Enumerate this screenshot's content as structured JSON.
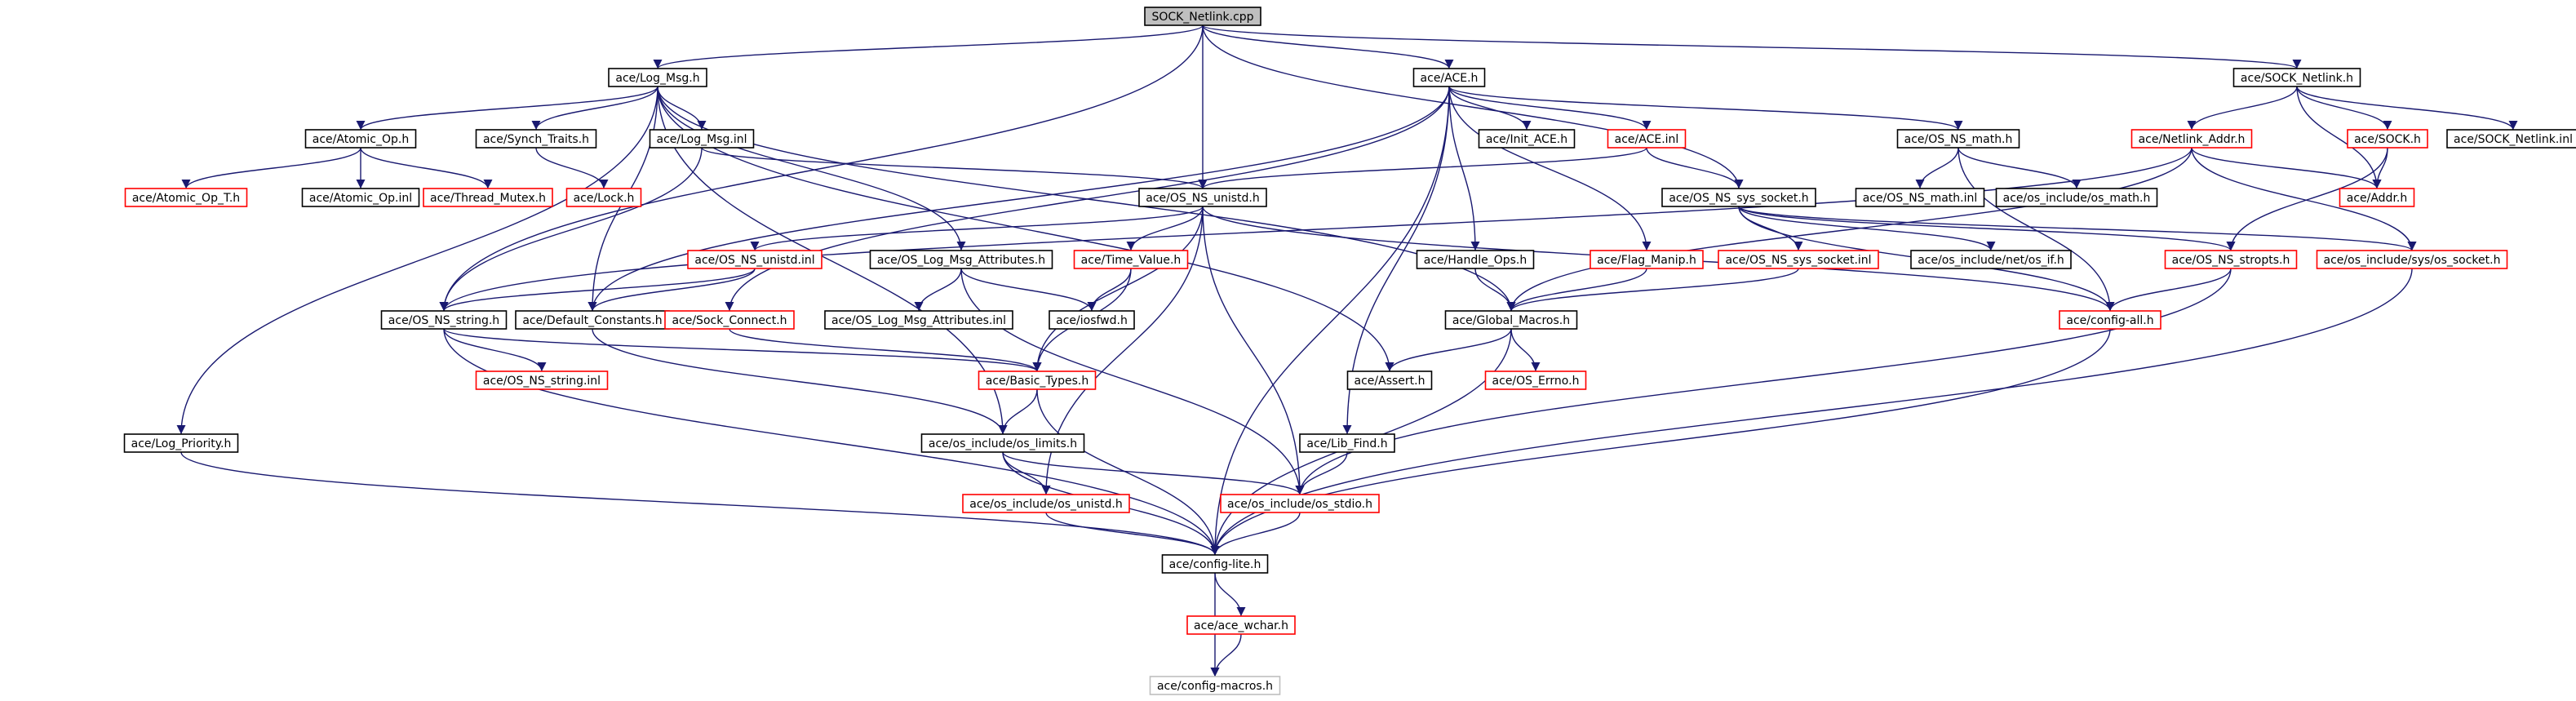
{
  "colors": {
    "edge": "#191970",
    "border_default": "#000000",
    "border_red": "#ff0000",
    "border_gray": "#bfbfbf",
    "root_fill": "#bfbfbf",
    "fill": "#ffffff",
    "text": "#000000"
  },
  "nodes": [
    {
      "id": "root",
      "label": "SOCK_Netlink.cpp",
      "style": "root"
    },
    {
      "id": "logmsg",
      "label": "ace/Log_Msg.h",
      "style": "black"
    },
    {
      "id": "ace",
      "label": "ace/ACE.h",
      "style": "black"
    },
    {
      "id": "socknl",
      "label": "ace/SOCK_Netlink.h",
      "style": "black"
    },
    {
      "id": "atomic",
      "label": "ace/Atomic_Op.h",
      "style": "black"
    },
    {
      "id": "synch",
      "label": "ace/Synch_Traits.h",
      "style": "black"
    },
    {
      "id": "logmsginl",
      "label": "ace/Log_Msg.inl",
      "style": "black"
    },
    {
      "id": "initace",
      "label": "ace/Init_ACE.h",
      "style": "black"
    },
    {
      "id": "aceinl",
      "label": "ace/ACE.inl",
      "style": "red"
    },
    {
      "id": "osnsmath",
      "label": "ace/OS_NS_math.h",
      "style": "black"
    },
    {
      "id": "netlinkaddr",
      "label": "ace/Netlink_Addr.h",
      "style": "red"
    },
    {
      "id": "sockh",
      "label": "ace/SOCK.h",
      "style": "red"
    },
    {
      "id": "socknlinl",
      "label": "ace/SOCK_Netlink.inl",
      "style": "black"
    },
    {
      "id": "atomict",
      "label": "ace/Atomic_Op_T.h",
      "style": "red"
    },
    {
      "id": "atomicinl",
      "label": "ace/Atomic_Op.inl",
      "style": "black"
    },
    {
      "id": "threadmutex",
      "label": "ace/Thread_Mutex.h",
      "style": "red"
    },
    {
      "id": "lock",
      "label": "ace/Lock.h",
      "style": "red"
    },
    {
      "id": "osnsunistd",
      "label": "ace/OS_NS_unistd.h",
      "style": "black"
    },
    {
      "id": "osnssyssock",
      "label": "ace/OS_NS_sys_socket.h",
      "style": "black"
    },
    {
      "id": "osnsmathinl",
      "label": "ace/OS_NS_math.inl",
      "style": "black"
    },
    {
      "id": "osincmath",
      "label": "ace/os_include/os_math.h",
      "style": "black"
    },
    {
      "id": "addr",
      "label": "ace/Addr.h",
      "style": "red"
    },
    {
      "id": "osnsunistdinl",
      "label": "ace/OS_NS_unistd.inl",
      "style": "red"
    },
    {
      "id": "oslogmsgattr",
      "label": "ace/OS_Log_Msg_Attributes.h",
      "style": "black"
    },
    {
      "id": "timevalue",
      "label": "ace/Time_Value.h",
      "style": "red"
    },
    {
      "id": "handleops",
      "label": "ace/Handle_Ops.h",
      "style": "black"
    },
    {
      "id": "flagmanip",
      "label": "ace/Flag_Manip.h",
      "style": "red"
    },
    {
      "id": "osnssyssockinl",
      "label": "ace/OS_NS_sys_socket.inl",
      "style": "red"
    },
    {
      "id": "osincnetif",
      "label": "ace/os_include/net/os_if.h",
      "style": "black"
    },
    {
      "id": "osnsstropts",
      "label": "ace/OS_NS_stropts.h",
      "style": "red"
    },
    {
      "id": "osincsyssock",
      "label": "ace/os_include/sys/os_socket.h",
      "style": "red"
    },
    {
      "id": "osnsstring",
      "label": "ace/OS_NS_string.h",
      "style": "black"
    },
    {
      "id": "defconst",
      "label": "ace/Default_Constants.h",
      "style": "black"
    },
    {
      "id": "sockconnect",
      "label": "ace/Sock_Connect.h",
      "style": "red"
    },
    {
      "id": "oslogmsgattrinl",
      "label": "ace/OS_Log_Msg_Attributes.inl",
      "style": "black"
    },
    {
      "id": "iosfwd",
      "label": "ace/iosfwd.h",
      "style": "black"
    },
    {
      "id": "globalmacros",
      "label": "ace/Global_Macros.h",
      "style": "black"
    },
    {
      "id": "configall",
      "label": "ace/config-all.h",
      "style": "red"
    },
    {
      "id": "osnsstringinl",
      "label": "ace/OS_NS_string.inl",
      "style": "red"
    },
    {
      "id": "basictypes",
      "label": "ace/Basic_Types.h",
      "style": "red"
    },
    {
      "id": "assert",
      "label": "ace/Assert.h",
      "style": "black"
    },
    {
      "id": "oserrno",
      "label": "ace/OS_Errno.h",
      "style": "red"
    },
    {
      "id": "logpriority",
      "label": "ace/Log_Priority.h",
      "style": "black"
    },
    {
      "id": "osinclimits",
      "label": "ace/os_include/os_limits.h",
      "style": "black"
    },
    {
      "id": "libfind",
      "label": "ace/Lib_Find.h",
      "style": "black"
    },
    {
      "id": "osincunistd",
      "label": "ace/os_include/os_unistd.h",
      "style": "red"
    },
    {
      "id": "osincstdio",
      "label": "ace/os_include/os_stdio.h",
      "style": "red"
    },
    {
      "id": "configlite",
      "label": "ace/config-lite.h",
      "style": "black"
    },
    {
      "id": "acewchar",
      "label": "ace/ace_wchar.h",
      "style": "red"
    },
    {
      "id": "configmacros",
      "label": "ace/config-macros.h",
      "style": "gray"
    }
  ],
  "edges": [
    [
      "root",
      "logmsg"
    ],
    [
      "root",
      "ace"
    ],
    [
      "root",
      "socknl"
    ],
    [
      "root",
      "osnsunistd"
    ],
    [
      "root",
      "osnsstring"
    ],
    [
      "root",
      "osnssyssock"
    ],
    [
      "logmsg",
      "atomic"
    ],
    [
      "logmsg",
      "synch"
    ],
    [
      "logmsg",
      "logmsginl"
    ],
    [
      "logmsg",
      "oslogmsgattr"
    ],
    [
      "logmsg",
      "defconst"
    ],
    [
      "logmsg",
      "logpriority"
    ],
    [
      "logmsg",
      "osinclimits"
    ],
    [
      "logmsg",
      "assert"
    ],
    [
      "logmsg",
      "globalmacros"
    ],
    [
      "ace",
      "initace"
    ],
    [
      "ace",
      "aceinl"
    ],
    [
      "ace",
      "osnsmath"
    ],
    [
      "ace",
      "handleops"
    ],
    [
      "ace",
      "flagmanip"
    ],
    [
      "ace",
      "libfind"
    ],
    [
      "ace",
      "defconst"
    ],
    [
      "ace",
      "sockconnect"
    ],
    [
      "ace",
      "configlite"
    ],
    [
      "socknl",
      "netlinkaddr"
    ],
    [
      "socknl",
      "sockh"
    ],
    [
      "socknl",
      "socknlinl"
    ],
    [
      "socknl",
      "addr"
    ],
    [
      "atomic",
      "atomict"
    ],
    [
      "atomic",
      "atomicinl"
    ],
    [
      "atomic",
      "threadmutex"
    ],
    [
      "synch",
      "lock"
    ],
    [
      "logmsginl",
      "osnsunistd"
    ],
    [
      "logmsginl",
      "osnsstring"
    ],
    [
      "aceinl",
      "osnsunistd"
    ],
    [
      "aceinl",
      "osnssyssock"
    ],
    [
      "osnsmath",
      "osnsmathinl"
    ],
    [
      "osnsmath",
      "osincmath"
    ],
    [
      "osnsmath",
      "configall"
    ],
    [
      "netlinkaddr",
      "addr"
    ],
    [
      "netlinkaddr",
      "osincsyssock"
    ],
    [
      "netlinkaddr",
      "globalmacros"
    ],
    [
      "netlinkaddr",
      "osnsstring"
    ],
    [
      "sockh",
      "addr"
    ],
    [
      "sockh",
      "osnsstropts"
    ],
    [
      "osnsunistd",
      "osnsunistdinl"
    ],
    [
      "osnsunistd",
      "timevalue"
    ],
    [
      "osnsunistd",
      "basictypes"
    ],
    [
      "osnsunistd",
      "osincunistd"
    ],
    [
      "osnsunistd",
      "osincstdio"
    ],
    [
      "osnsunistd",
      "configall"
    ],
    [
      "osnssyssock",
      "osnssyssockinl"
    ],
    [
      "osnssyssock",
      "osincnetif"
    ],
    [
      "osnssyssock",
      "osnsstropts"
    ],
    [
      "osnssyssock",
      "osincsyssock"
    ],
    [
      "osnssyssock",
      "configall"
    ],
    [
      "osnsunistdinl",
      "osnsstring"
    ],
    [
      "osnsunistdinl",
      "defconst"
    ],
    [
      "oslogmsgattr",
      "oslogmsgattrinl"
    ],
    [
      "oslogmsgattr",
      "iosfwd"
    ],
    [
      "oslogmsgattr",
      "osincstdio"
    ],
    [
      "timevalue",
      "iosfwd"
    ],
    [
      "timevalue",
      "basictypes"
    ],
    [
      "handleops",
      "globalmacros"
    ],
    [
      "flagmanip",
      "globalmacros"
    ],
    [
      "osnssyssockinl",
      "globalmacros"
    ],
    [
      "osnsstropts",
      "configall"
    ],
    [
      "osnsstropts",
      "osincstdio"
    ],
    [
      "osincsyssock",
      "configlite"
    ],
    [
      "osnsstring",
      "osnsstringinl"
    ],
    [
      "osnsstring",
      "basictypes"
    ],
    [
      "osnsstring",
      "configlite"
    ],
    [
      "defconst",
      "osinclimits"
    ],
    [
      "sockconnect",
      "basictypes"
    ],
    [
      "globalmacros",
      "assert"
    ],
    [
      "globalmacros",
      "oserrno"
    ],
    [
      "globalmacros",
      "configlite"
    ],
    [
      "configall",
      "configlite"
    ],
    [
      "basictypes",
      "configlite"
    ],
    [
      "basictypes",
      "osinclimits"
    ],
    [
      "logpriority",
      "configlite"
    ],
    [
      "osinclimits",
      "osincunistd"
    ],
    [
      "osinclimits",
      "osincstdio"
    ],
    [
      "osinclimits",
      "configlite"
    ],
    [
      "libfind",
      "osincstdio"
    ],
    [
      "osincunistd",
      "configlite"
    ],
    [
      "osincstdio",
      "configlite"
    ],
    [
      "configlite",
      "acewchar"
    ],
    [
      "configlite",
      "configmacros"
    ],
    [
      "acewchar",
      "configmacros"
    ]
  ]
}
